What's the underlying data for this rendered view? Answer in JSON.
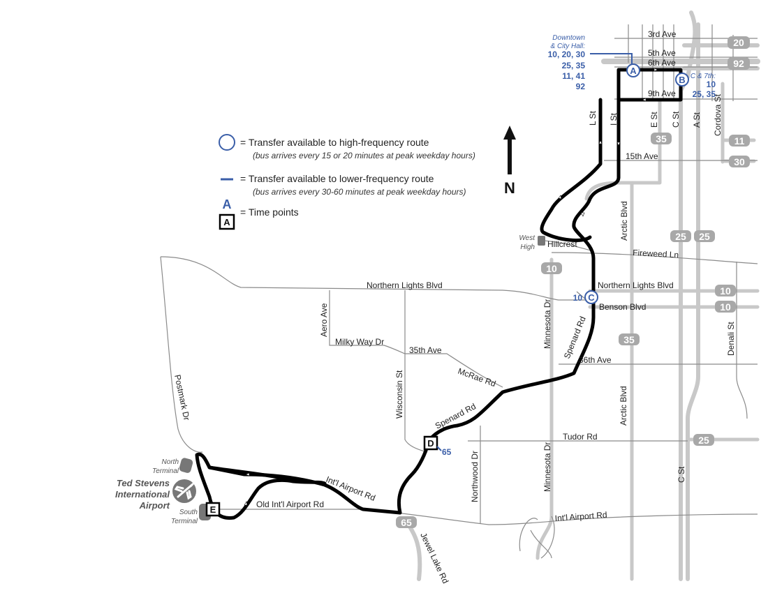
{
  "legend": {
    "high_freq_label": "= Transfer available to high-frequency route",
    "high_freq_note": "(bus arrives every 15 or 20 minutes at peak weekday hours)",
    "low_freq_label": "= Transfer available to lower-frequency route",
    "low_freq_note": "(bus arrives every 30-60 minutes at peak weekday hours)",
    "time_point_letter_a": "A",
    "time_point_label": "= Time points"
  },
  "north_label": "N",
  "streets": {
    "third_ave": "3rd Ave",
    "fifth_ave": "5th Ave",
    "sixth_ave": "6th Ave",
    "ninth_ave": "9th Ave",
    "fifteenth_ave": "15th Ave",
    "l_st": "L St",
    "i_st": "I St",
    "e_st": "E St",
    "c_st": "C St",
    "a_st": "A St",
    "cordova_st": "Cordova St",
    "arctic_blvd": "Arctic Blvd",
    "fireweed_ln": "Fireweed Ln",
    "hillcrest": "Hillcrest",
    "northern_lights_blvd_west": "Northern Lights Blvd",
    "northern_lights_blvd_east": "Northern Lights Blvd",
    "benson_blvd": "Benson Blvd",
    "minnesota_dr_north": "Minnesota Dr",
    "minnesota_dr_south": "Minnesota Dr",
    "spenard_rd_north": "Spenard Rd",
    "spenard_rd_south": "Spenard Rd",
    "thirty_sixth_ave": "36th Ave",
    "thirty_fifth_ave": "35th Ave",
    "milky_way_dr": "Milky Way Dr",
    "aero_ave": "Aero Ave",
    "mcrae_rd": "McRae Rd",
    "wisconsin_st": "Wisconsin St",
    "northwood_dr": "Northwood Dr",
    "tudor_rd": "Tudor Rd",
    "intl_airport_rd_west": "Int'l Airport Rd",
    "intl_airport_rd_east": "Int'l Airport Rd",
    "old_intl_airport_rd": "Old Int'l Airport Rd",
    "postmark_dr": "Postmark Dr",
    "jewel_lake_rd": "Jewel Lake Rd",
    "denali_st": "Denali St",
    "arctic_blvd_south": "Arctic Blvd",
    "c_st_south": "C St"
  },
  "places": {
    "west_high_1": "West",
    "west_high_2": "High",
    "north_terminal_1": "North",
    "north_terminal_2": "Terminal",
    "south_terminal_1": "South",
    "south_terminal_2": "Terminal",
    "airport_line1": "Ted Stevens",
    "airport_line2": "International",
    "airport_line3": "Airport"
  },
  "transfer_points": {
    "A": {
      "letter": "A",
      "label_line1": "Downtown",
      "label_line2": "& City Hall:",
      "routes": [
        "10, 20, 30",
        "25, 35",
        "11, 41",
        "92"
      ]
    },
    "B": {
      "letter": "B",
      "label": "C & 7th:",
      "routes": [
        "10",
        "25, 35"
      ]
    },
    "C": {
      "letter": "C",
      "routes": "10"
    }
  },
  "time_points": {
    "D": {
      "letter": "D",
      "routes": "65"
    },
    "E": {
      "letter": "E"
    }
  },
  "route_shields": {
    "r20": "20",
    "r92": "92",
    "r11": "11",
    "r30": "30",
    "r35_top": "35",
    "r25_a": "25",
    "r25_b": "25",
    "r10_west": "10",
    "r10_east_a": "10",
    "r10_east_b": "10",
    "r35_mid": "35",
    "r25_tudor": "25",
    "r65": "65"
  },
  "colors": {
    "route": "#000000",
    "street": "#888888",
    "bus_street": "#c8c8c8",
    "transfer_blue": "#3a5ea8",
    "shield_gray": "#a8a8a8"
  }
}
